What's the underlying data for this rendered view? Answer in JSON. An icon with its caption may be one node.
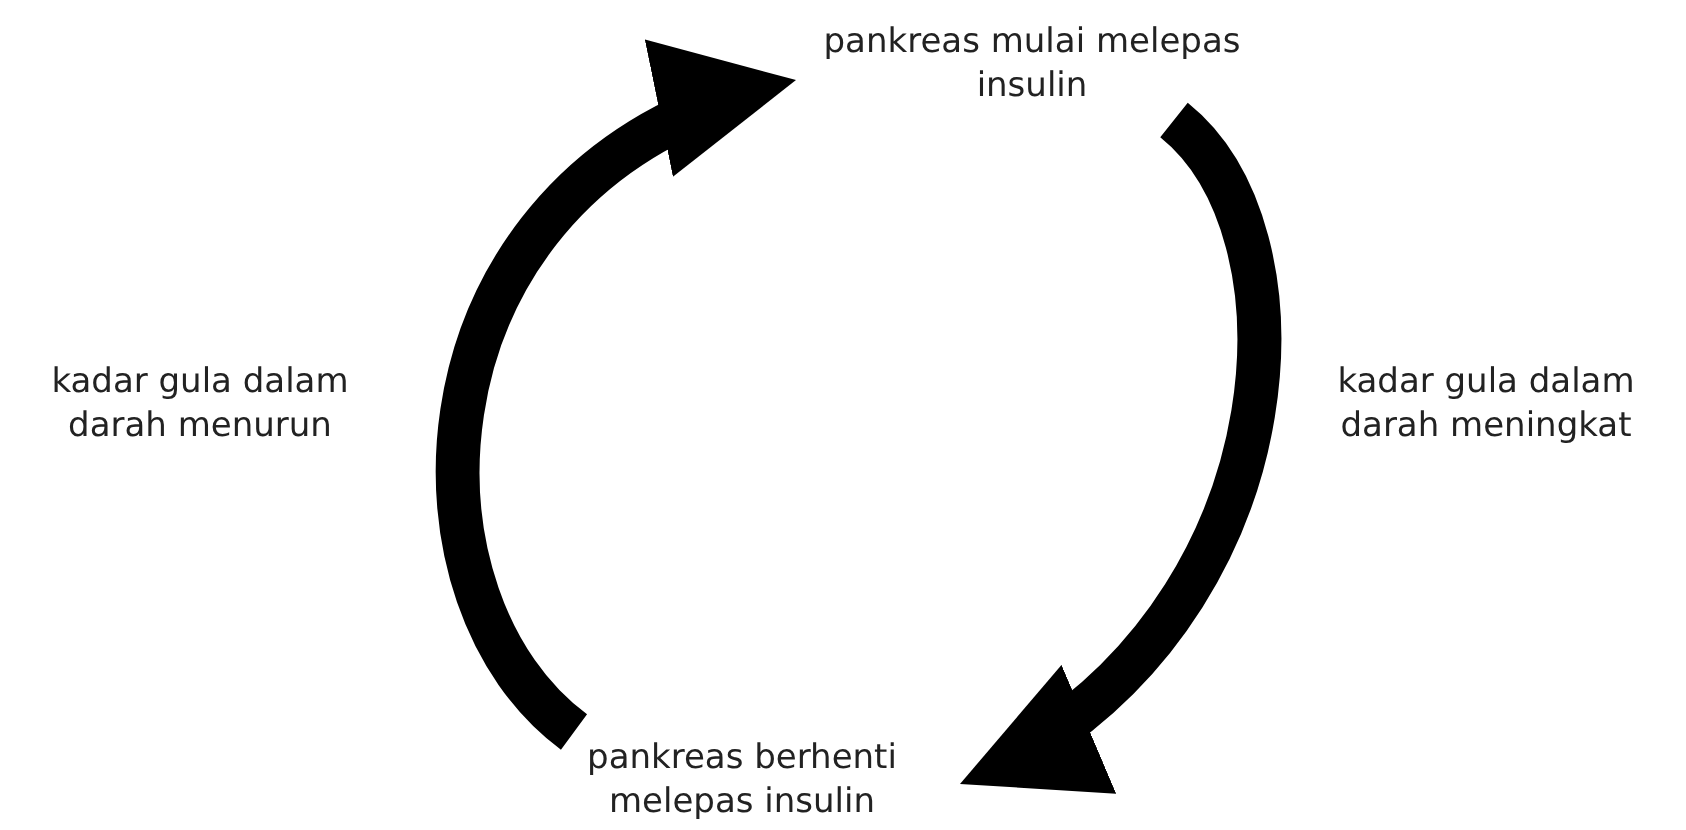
{
  "diagram": {
    "nodes": [
      {
        "text": [
          "pankreas mulai melepas insulin"
        ]
      },
      {
        "text": [
          "pankreas berhenti melepas insulin"
        ]
      }
    ],
    "edges": [
      {
        "from": 0,
        "to": 1,
        "arrow": "to"
      },
      {
        "from": 1,
        "to": 0,
        "arrow": "to"
      }
    ],
    "labels": [
      "kadar gula dalam darah menurun",
      "kadar gula dalam darah meningkat"
    ]
  }
}
